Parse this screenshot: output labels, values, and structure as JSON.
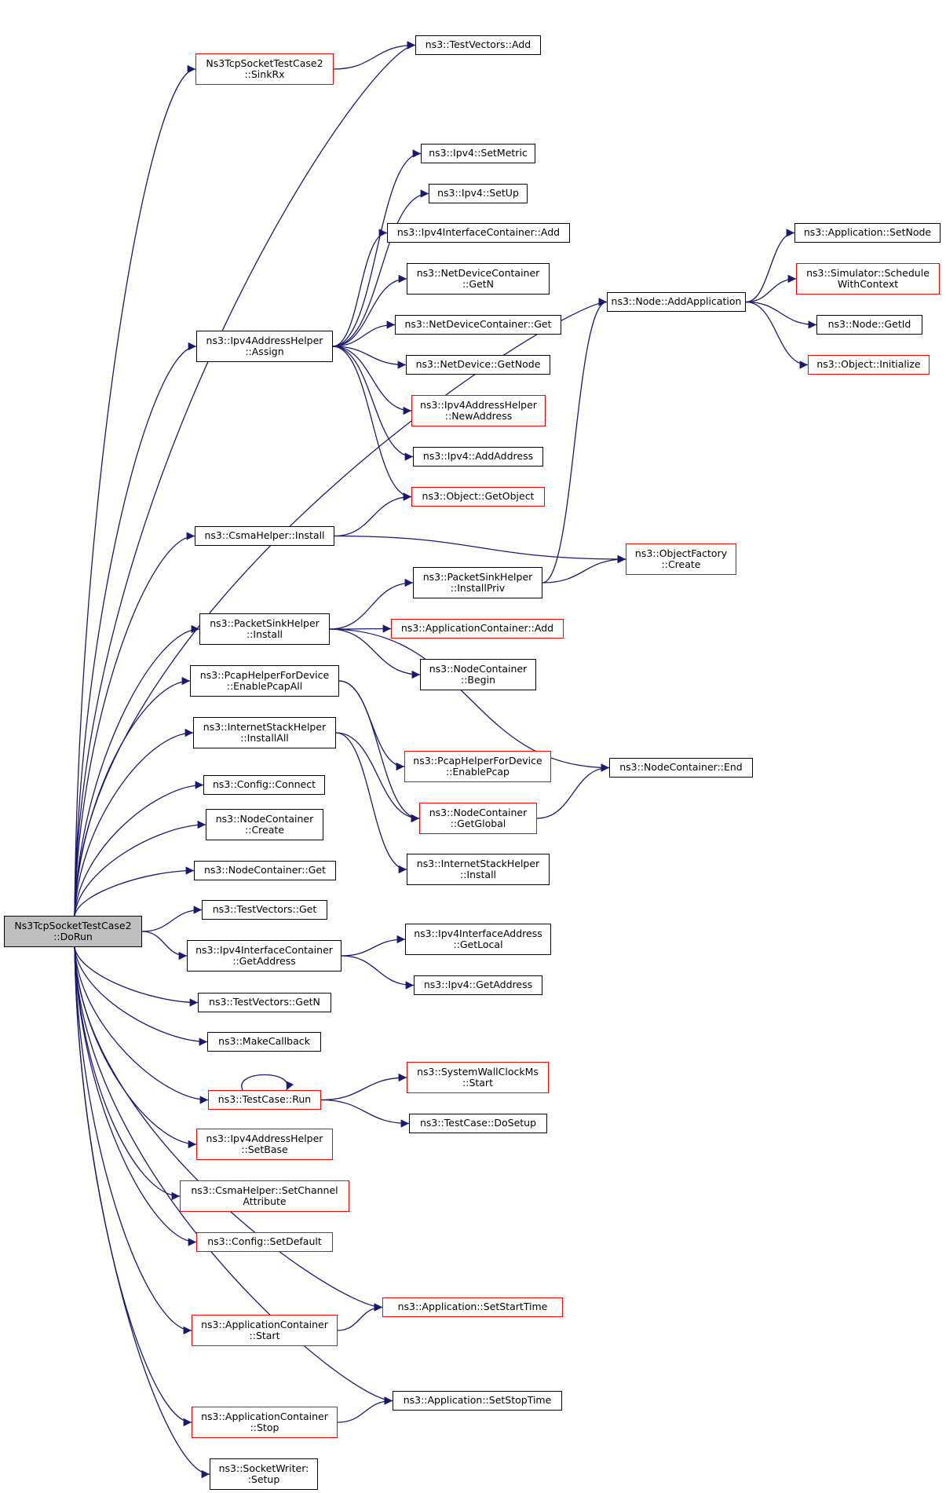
{
  "diagram": {
    "edge_color": "#191970",
    "nodes": [
      {
        "id": "root",
        "lines": [
          "Ns3TcpSocketTestCase2",
          "::DoRun"
        ],
        "style": "root"
      },
      {
        "id": "sinkrx",
        "lines": [
          "Ns3TcpSocketTestCase2",
          "::SinkRx"
        ],
        "style": "red"
      },
      {
        "id": "tv_add",
        "lines": [
          "ns3::TestVectors::Add"
        ],
        "style": "black"
      },
      {
        "id": "ipv4ah_assign",
        "lines": [
          "ns3::Ipv4AddressHelper",
          "::Assign"
        ],
        "style": "black"
      },
      {
        "id": "ipv4_setmetric",
        "lines": [
          "ns3::Ipv4::SetMetric"
        ],
        "style": "black"
      },
      {
        "id": "ipv4_setup",
        "lines": [
          "ns3::Ipv4::SetUp"
        ],
        "style": "black"
      },
      {
        "id": "ipv4ic_add",
        "lines": [
          "ns3::Ipv4InterfaceContainer::Add"
        ],
        "style": "black"
      },
      {
        "id": "ndc_getn",
        "lines": [
          "ns3::NetDeviceContainer",
          "::GetN"
        ],
        "style": "black"
      },
      {
        "id": "ndc_get",
        "lines": [
          "ns3::NetDeviceContainer::Get"
        ],
        "style": "black"
      },
      {
        "id": "nd_getnode",
        "lines": [
          "ns3::NetDevice::GetNode"
        ],
        "style": "black"
      },
      {
        "id": "ipv4ah_newaddr",
        "lines": [
          "ns3::Ipv4AddressHelper",
          "::NewAddress"
        ],
        "style": "red"
      },
      {
        "id": "ipv4_addaddr",
        "lines": [
          "ns3::Ipv4::AddAddress"
        ],
        "style": "black"
      },
      {
        "id": "obj_getobject",
        "lines": [
          "ns3::Object::GetObject"
        ],
        "style": "red"
      },
      {
        "id": "node_addapp",
        "lines": [
          "ns3::Node::AddApplication"
        ],
        "style": "black"
      },
      {
        "id": "app_setnode",
        "lines": [
          "ns3::Application::SetNode"
        ],
        "style": "black"
      },
      {
        "id": "sim_schedule",
        "lines": [
          "ns3::Simulator::Schedule",
          "WithContext"
        ],
        "style": "red"
      },
      {
        "id": "node_getid",
        "lines": [
          "ns3::Node::GetId"
        ],
        "style": "black"
      },
      {
        "id": "obj_initialize",
        "lines": [
          "ns3::Object::Initialize"
        ],
        "style": "red"
      },
      {
        "id": "csma_install",
        "lines": [
          "ns3::CsmaHelper::Install"
        ],
        "style": "black"
      },
      {
        "id": "of_create",
        "lines": [
          "ns3::ObjectFactory",
          "::Create"
        ],
        "style": "red"
      },
      {
        "id": "psh_installpriv",
        "lines": [
          "ns3::PacketSinkHelper",
          "::InstallPriv"
        ],
        "style": "black"
      },
      {
        "id": "psh_install",
        "lines": [
          "ns3::PacketSinkHelper",
          "::Install"
        ],
        "style": "black"
      },
      {
        "id": "appc_add",
        "lines": [
          "ns3::ApplicationContainer::Add"
        ],
        "style": "red"
      },
      {
        "id": "nc_begin",
        "lines": [
          "ns3::NodeContainer",
          "::Begin"
        ],
        "style": "black"
      },
      {
        "id": "phfd_enableall",
        "lines": [
          "ns3::PcapHelperForDevice",
          "::EnablePcapAll"
        ],
        "style": "black"
      },
      {
        "id": "nc_end",
        "lines": [
          "ns3::NodeContainer::End"
        ],
        "style": "black"
      },
      {
        "id": "ish_installall",
        "lines": [
          "ns3::InternetStackHelper",
          "::InstallAll"
        ],
        "style": "black"
      },
      {
        "id": "phfd_enable",
        "lines": [
          "ns3::PcapHelperForDevice",
          "::EnablePcap"
        ],
        "style": "red"
      },
      {
        "id": "config_connect",
        "lines": [
          "ns3::Config::Connect"
        ],
        "style": "black"
      },
      {
        "id": "nc_getglobal",
        "lines": [
          "ns3::NodeContainer",
          "::GetGlobal"
        ],
        "style": "red"
      },
      {
        "id": "nc_create",
        "lines": [
          "ns3::NodeContainer",
          "::Create"
        ],
        "style": "black"
      },
      {
        "id": "ish_install",
        "lines": [
          "ns3::InternetStackHelper",
          "::Install"
        ],
        "style": "black"
      },
      {
        "id": "nc_get",
        "lines": [
          "ns3::NodeContainer::Get"
        ],
        "style": "black"
      },
      {
        "id": "tv_get",
        "lines": [
          "ns3::TestVectors::Get"
        ],
        "style": "black"
      },
      {
        "id": "ipv4ic_getaddr",
        "lines": [
          "ns3::Ipv4InterfaceContainer",
          "::GetAddress"
        ],
        "style": "black"
      },
      {
        "id": "ipv4ia_getlocal",
        "lines": [
          "ns3::Ipv4InterfaceAddress",
          "::GetLocal"
        ],
        "style": "black"
      },
      {
        "id": "ipv4_getaddr",
        "lines": [
          "ns3::Ipv4::GetAddress"
        ],
        "style": "black"
      },
      {
        "id": "tv_getn",
        "lines": [
          "ns3::TestVectors::GetN"
        ],
        "style": "black"
      },
      {
        "id": "makecallback",
        "lines": [
          "ns3::MakeCallback"
        ],
        "style": "black"
      },
      {
        "id": "tc_run",
        "lines": [
          "ns3::TestCase::Run"
        ],
        "style": "red"
      },
      {
        "id": "swcm_start",
        "lines": [
          "ns3::SystemWallClockMs",
          "::Start"
        ],
        "style": "red"
      },
      {
        "id": "tc_dosetup",
        "lines": [
          "ns3::TestCase::DoSetup"
        ],
        "style": "black"
      },
      {
        "id": "ipv4ah_setbase",
        "lines": [
          "ns3::Ipv4AddressHelper",
          "::SetBase"
        ],
        "style": "red"
      },
      {
        "id": "csma_setchannel",
        "lines": [
          "ns3::CsmaHelper::SetChannel",
          "Attribute"
        ],
        "style": "red"
      },
      {
        "id": "config_setdefault",
        "lines": [
          "ns3::Config::SetDefault"
        ],
        "style": "red"
      },
      {
        "id": "app_setstart",
        "lines": [
          "ns3::Application::SetStartTime"
        ],
        "style": "red"
      },
      {
        "id": "appc_start",
        "lines": [
          "ns3::ApplicationContainer",
          "::Start"
        ],
        "style": "red"
      },
      {
        "id": "app_setstop",
        "lines": [
          "ns3::Application::SetStopTime"
        ],
        "style": "black"
      },
      {
        "id": "appc_stop",
        "lines": [
          "ns3::ApplicationContainer",
          "::Stop"
        ],
        "style": "red"
      },
      {
        "id": "sw_setup",
        "lines": [
          "ns3::SocketWriter:",
          ":Setup"
        ],
        "style": "black"
      }
    ],
    "edges": [
      [
        "root",
        "tv_add"
      ],
      [
        "root",
        "sinkrx"
      ],
      [
        "sinkrx",
        "tv_add"
      ],
      [
        "root",
        "node_addapp"
      ],
      [
        "root",
        "ipv4ah_assign"
      ],
      [
        "ipv4ah_assign",
        "ipv4_setmetric"
      ],
      [
        "ipv4ah_assign",
        "ipv4_setup"
      ],
      [
        "ipv4ah_assign",
        "ipv4ic_add"
      ],
      [
        "ipv4ah_assign",
        "ndc_getn"
      ],
      [
        "ipv4ah_assign",
        "ndc_get"
      ],
      [
        "ipv4ah_assign",
        "nd_getnode"
      ],
      [
        "ipv4ah_assign",
        "ipv4ah_newaddr"
      ],
      [
        "ipv4ah_assign",
        "ipv4_addaddr"
      ],
      [
        "ipv4ah_assign",
        "obj_getobject"
      ],
      [
        "node_addapp",
        "app_setnode"
      ],
      [
        "node_addapp",
        "sim_schedule"
      ],
      [
        "node_addapp",
        "node_getid"
      ],
      [
        "node_addapp",
        "obj_initialize"
      ],
      [
        "root",
        "csma_install"
      ],
      [
        "csma_install",
        "obj_getobject"
      ],
      [
        "csma_install",
        "of_create"
      ],
      [
        "psh_installpriv",
        "node_addapp"
      ],
      [
        "psh_installpriv",
        "of_create"
      ],
      [
        "root",
        "psh_install"
      ],
      [
        "psh_install",
        "psh_installpriv"
      ],
      [
        "psh_install",
        "appc_add"
      ],
      [
        "psh_install",
        "nc_begin"
      ],
      [
        "psh_install",
        "nc_end"
      ],
      [
        "root",
        "phfd_enableall"
      ],
      [
        "phfd_enableall",
        "phfd_enable"
      ],
      [
        "phfd_enableall",
        "nc_getglobal"
      ],
      [
        "root",
        "ish_installall"
      ],
      [
        "ish_installall",
        "nc_getglobal"
      ],
      [
        "ish_installall",
        "ish_install"
      ],
      [
        "nc_getglobal",
        "nc_end"
      ],
      [
        "root",
        "config_connect"
      ],
      [
        "root",
        "nc_create"
      ],
      [
        "root",
        "nc_get"
      ],
      [
        "root",
        "tv_get"
      ],
      [
        "root",
        "ipv4ic_getaddr"
      ],
      [
        "ipv4ic_getaddr",
        "ipv4ia_getlocal"
      ],
      [
        "ipv4ic_getaddr",
        "ipv4_getaddr"
      ],
      [
        "root",
        "tv_getn"
      ],
      [
        "root",
        "makecallback"
      ],
      [
        "root",
        "tc_run"
      ],
      [
        "tc_run",
        "tc_run"
      ],
      [
        "tc_run",
        "swcm_start"
      ],
      [
        "tc_run",
        "tc_dosetup"
      ],
      [
        "root",
        "ipv4ah_setbase"
      ],
      [
        "root",
        "csma_setchannel"
      ],
      [
        "root",
        "config_setdefault"
      ],
      [
        "root",
        "app_setstart"
      ],
      [
        "root",
        "appc_start"
      ],
      [
        "appc_start",
        "app_setstart"
      ],
      [
        "root",
        "app_setstop"
      ],
      [
        "root",
        "appc_stop"
      ],
      [
        "appc_stop",
        "app_setstop"
      ],
      [
        "root",
        "sw_setup"
      ]
    ]
  }
}
